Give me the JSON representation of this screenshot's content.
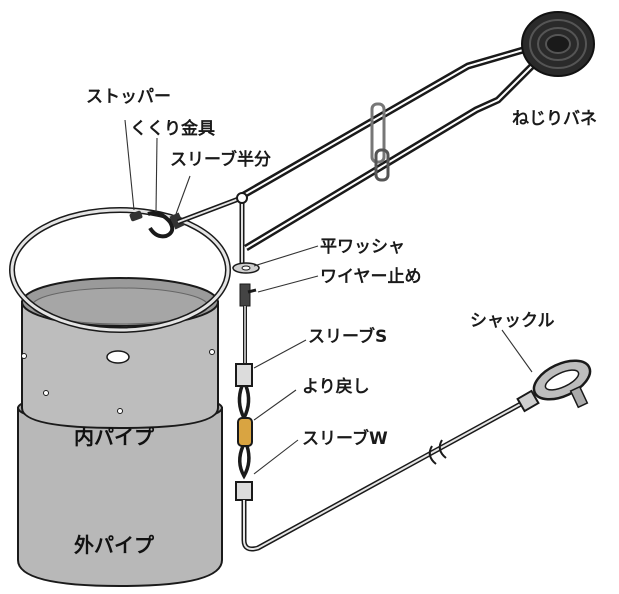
{
  "labels": {
    "stopper": "ストッパー",
    "binding_fitting": "くくり金具",
    "sleeve_half": "スリーブ半分",
    "torsion_spring": "ねじりバネ",
    "flat_washer": "平ワッシャ",
    "wire_stop": "ワイヤー止め",
    "sleeve_s": "スリーブS",
    "swivel": "より戻し",
    "sleeve_w": "スリーブW",
    "shackle": "シャックル",
    "inner_pipe": "内パイプ",
    "outer_pipe": "外パイプ"
  },
  "colors": {
    "line": "#1a1a1a",
    "pipe_fill": "#b8b8b8",
    "pipe_top": "#9a9a9a",
    "swivel": "#d9a441",
    "coil": "#2a2a2a"
  }
}
